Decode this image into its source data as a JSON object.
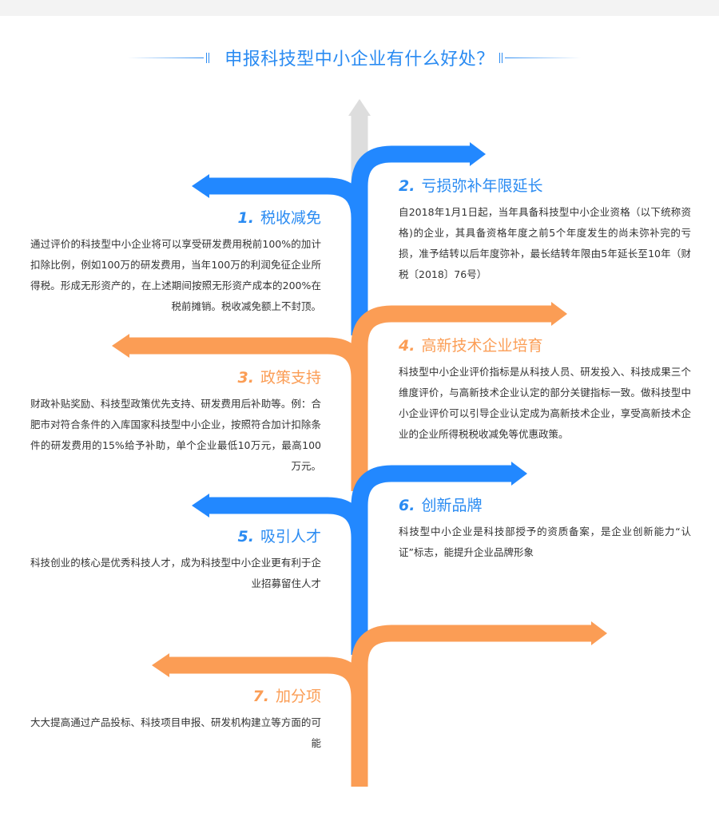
{
  "title": "申报科技型中小企业有什么好处？",
  "colors": {
    "blue": "#2288ff",
    "orange": "#fb9d55",
    "gray": "#dddddd"
  },
  "items": [
    {
      "num": "1.",
      "heading": "税收减免",
      "body": "通过评价的科技型中小企业将可以享受研发费用税前100%的加计扣除比例，例如100万的研发费用，当年100万的利润免征企业所得税。形成无形资产的，在上述期间按照无形资产成本的200%在税前摊销。税收减免额上不封顶。"
    },
    {
      "num": "2.",
      "heading": "亏损弥补年限延长",
      "body": "自2018年1月1日起，当年具备科技型中小企业资格（以下统称资格)的企业，其具备资格年度之前5个年度发生的尚未弥补完的亏损，准予结转以后年度弥补，最长结转年限由5年延长至10年（财税〔2018〕76号）"
    },
    {
      "num": "3.",
      "heading": "政策支持",
      "body": "财政补贴奖励、科技型政策优先支持、研发费用后补助等。例：合肥市对符合条件的入库国家科技型中小企业，按照符合加计扣除条件的研发费用的15%给予补助，单个企业最低10万元，最高100万元。"
    },
    {
      "num": "4.",
      "heading": "高新技术企业培育",
      "body": "科技型中小企业评价指标是从科技人员、研发投入、科技成果三个维度评价，与高新技术企业认定的部分关键指标一致。做科技型中小企业评价可以引导企业认定成为高新技术企业，享受高新技术企业的企业所得税税收减免等优惠政策。"
    },
    {
      "num": "5.",
      "heading": "吸引人才",
      "body": "科技创业的核心是优秀科技人才，成为科技型中小企业更有利于企业招募留住人才"
    },
    {
      "num": "6.",
      "heading": "创新品牌",
      "body": "科技型中小企业是科技部授予的资质备案，是企业创新能力“认证”标志，能提升企业品牌形象"
    },
    {
      "num": "7.",
      "heading": "加分项",
      "body": "大大提高通过产品投标、科技项目申报、研发机构建立等方面的可能"
    }
  ]
}
